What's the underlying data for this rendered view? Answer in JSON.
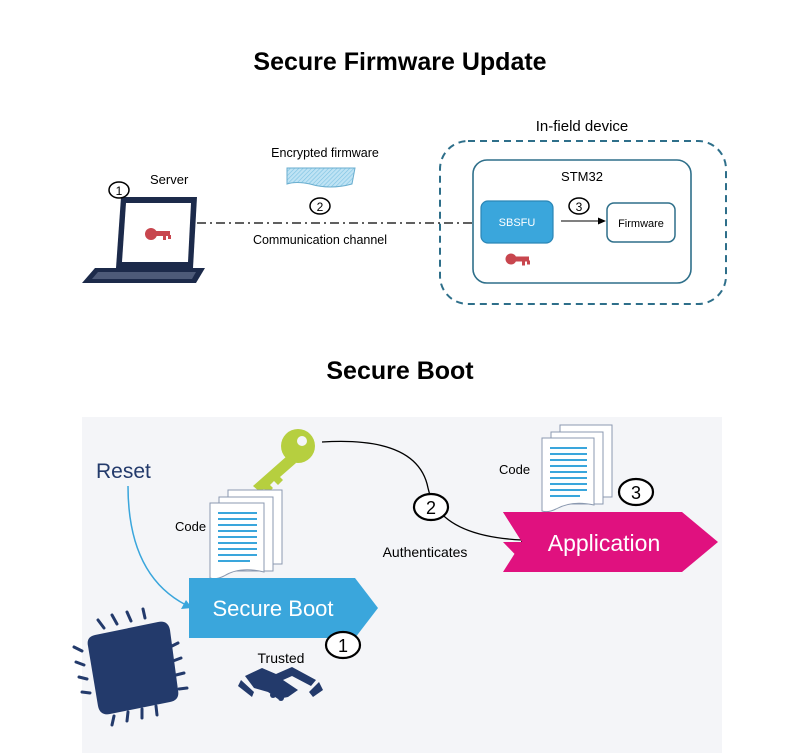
{
  "sfu": {
    "title": "Secure Firmware Update",
    "server_label": "Server",
    "encrypted_label": "Encrypted firmware",
    "channel_label": "Communication channel",
    "device_label": "In-field device",
    "mcu_label": "STM32",
    "sbsfu_label": "SBSFU",
    "firmware_label": "Firmware",
    "step1": "1",
    "step2": "2",
    "step3": "3"
  },
  "boot": {
    "title": "Secure Boot",
    "reset_label": "Reset",
    "code_label_1": "Code",
    "code_label_2": "Code",
    "secure_boot_label": "Secure Boot",
    "application_label": "Application",
    "authenticates_label": "Authenticates",
    "trusted_label": "Trusted",
    "step1": "1",
    "step2": "2",
    "step3": "3"
  },
  "colors": {
    "blue_accent": "#3aa6dc",
    "magenta": "#e0117f",
    "navy": "#233a6b",
    "teal_border": "#2e6f8a",
    "key_red": "#c8464e",
    "key_green": "#b6cf3f",
    "light_bg": "#f4f5f8"
  }
}
